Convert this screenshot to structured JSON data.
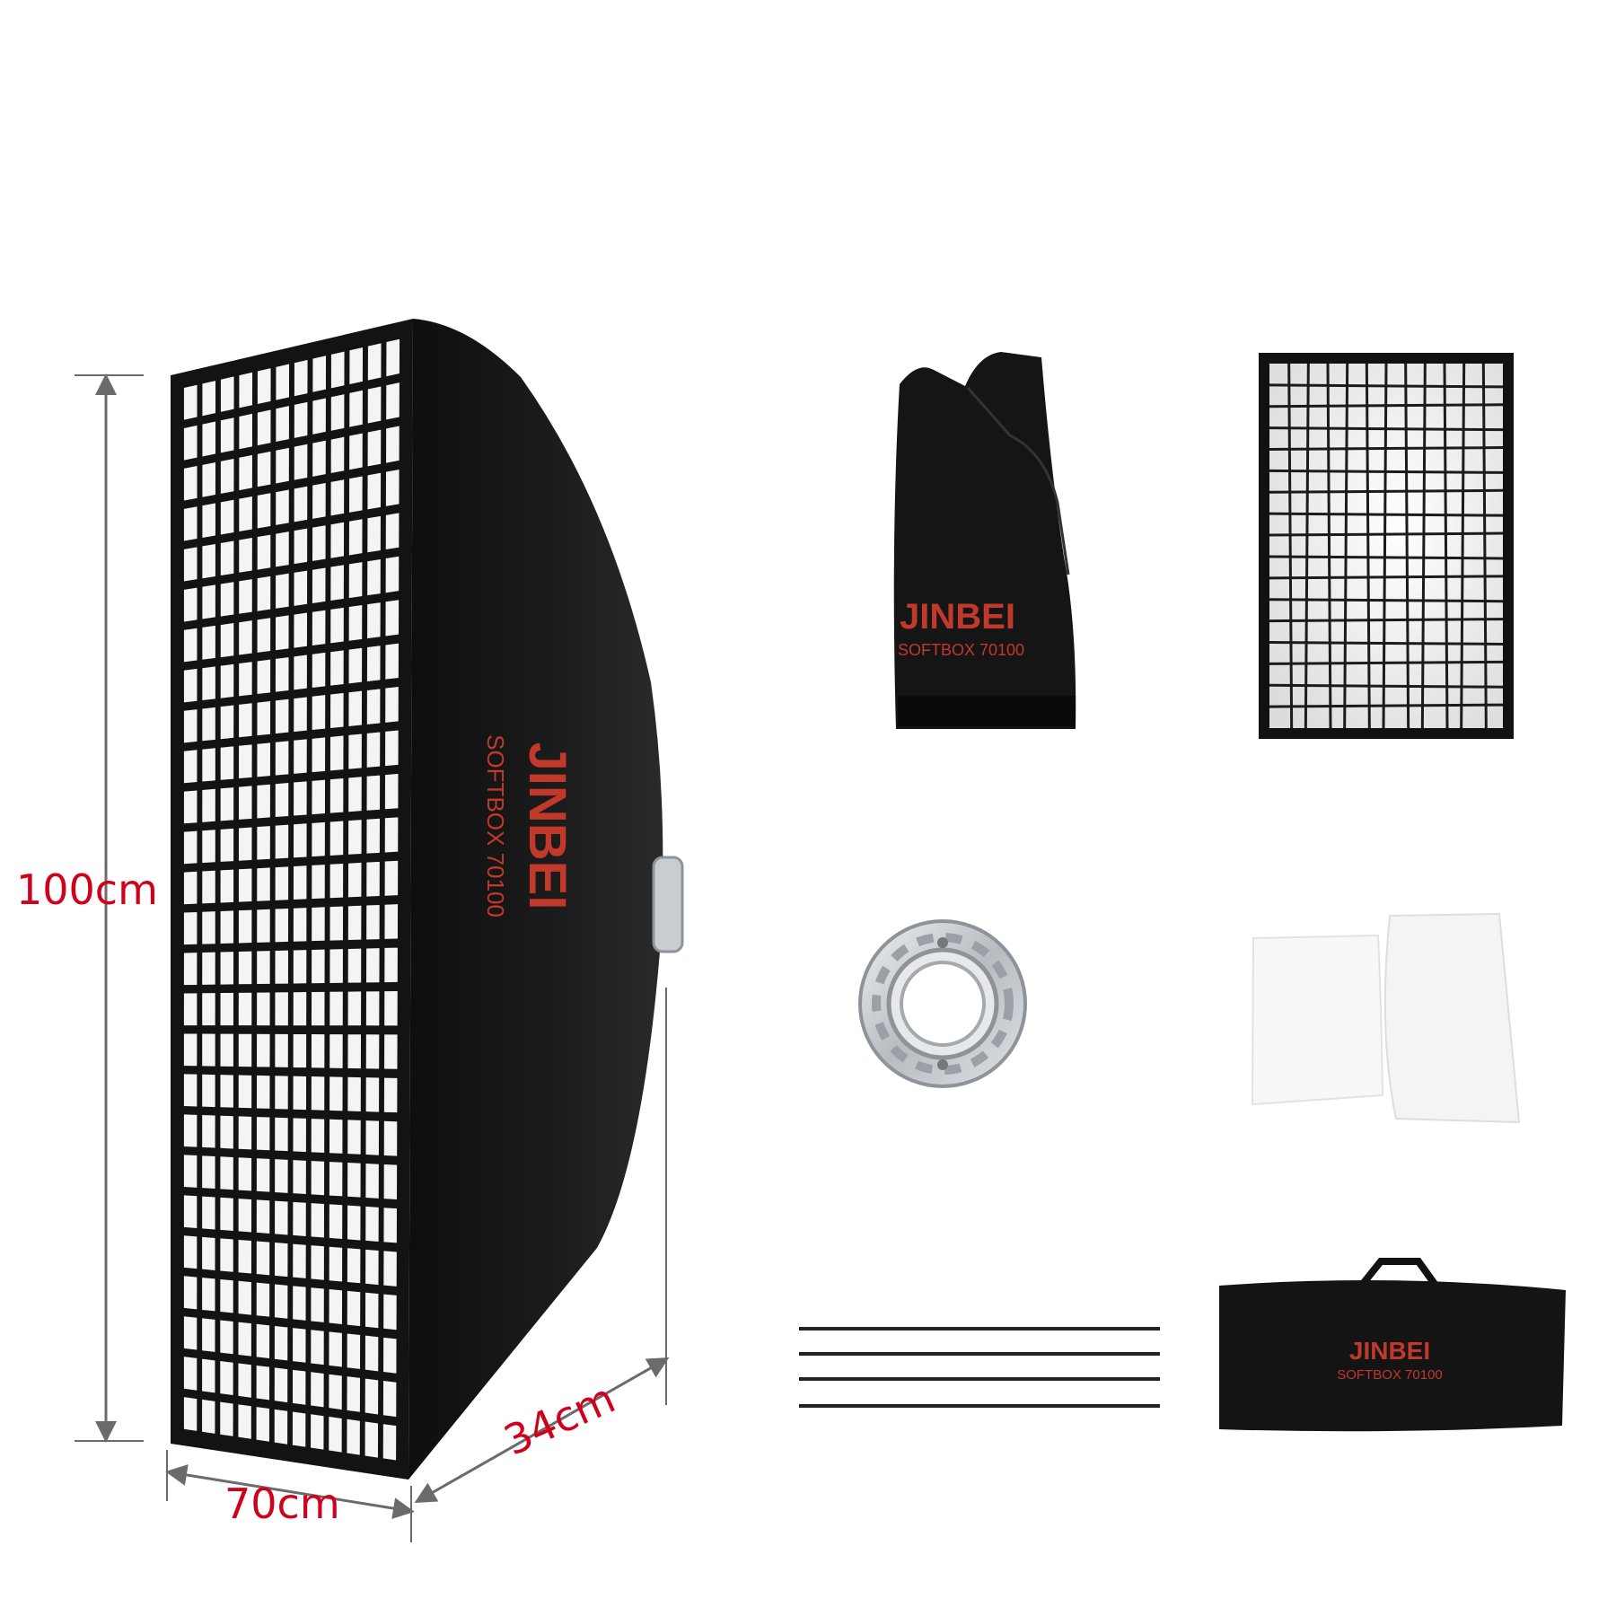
{
  "dimensions": {
    "height_label": "100cm",
    "width_label": "70cm",
    "depth_label": "34cm"
  },
  "softbox": {
    "brand": "JINBEI",
    "model": "SOFTBOX 70100"
  },
  "folded_cover": {
    "brand": "JINBEI",
    "model": "SOFTBOX 70100"
  },
  "carry_bag": {
    "brand": "JINBEI",
    "model": "SOFTBOX 70100"
  },
  "colors": {
    "label_red": "#d0021b",
    "brand_red": "#c0392b",
    "fabric_black": "#141414",
    "grid_light": "#f4f4f4",
    "diffuser_white": "#f8f8f8",
    "metal_silver": "#c9ccd0",
    "arrow_grey": "#6b6b6b"
  }
}
